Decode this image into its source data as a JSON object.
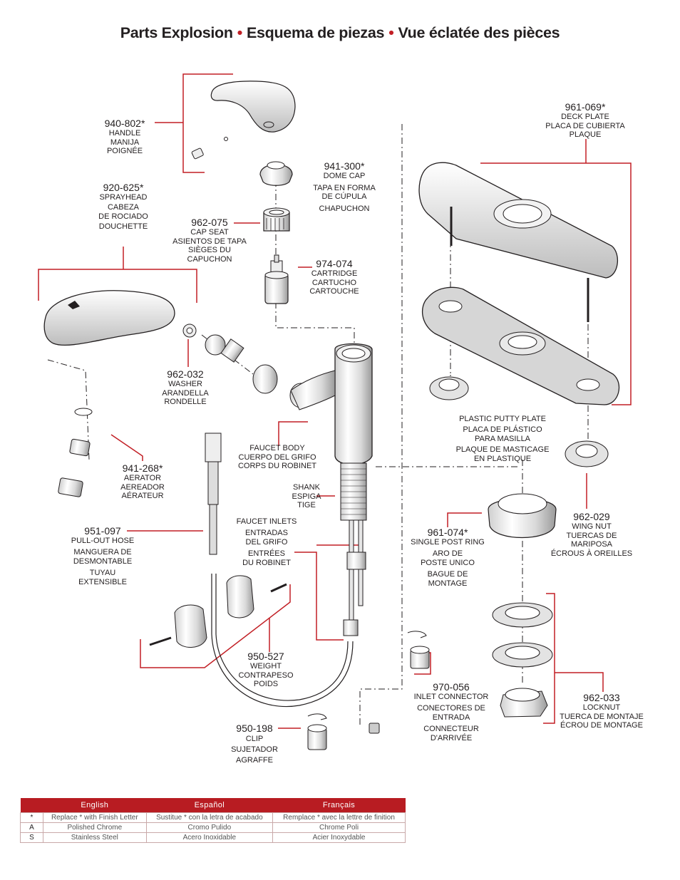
{
  "title": {
    "parts": [
      "Parts Explosion",
      "Esquema de piezas",
      "Vue éclatée des pièces"
    ],
    "separator": "•"
  },
  "colors": {
    "accent": "#c21f25",
    "line": "#231f20"
  },
  "parts": {
    "handle": {
      "number": "940-802*",
      "lines": [
        "HANDLE",
        "MANIJA",
        "POIGNÉE"
      ]
    },
    "sprayhead": {
      "number": "920-625*",
      "lines": [
        "SPRAYHEAD",
        "CABEZA",
        "DE ROCIADO",
        "DOUCHETTE"
      ]
    },
    "dome_cap": {
      "number": "941-300*",
      "lines": [
        "DOME CAP",
        "TAPA EN FORMA",
        "DE CÚPULA",
        "CHAPUCHON"
      ]
    },
    "cap_seat": {
      "number": "962-075",
      "lines": [
        "CAP SEAT",
        "ASIENTOS DE TAPA",
        "SIÈGES DU",
        "CAPUCHON"
      ]
    },
    "cartridge": {
      "number": "974-074",
      "lines": [
        "CARTRIDGE",
        "CARTUCHO",
        "CARTOUCHE"
      ]
    },
    "deck_plate": {
      "number": "961-069*",
      "lines": [
        "DECK PLATE",
        "PLACA DE CUBIERTA",
        "PLAQUE"
      ]
    },
    "washer": {
      "number": "962-032",
      "lines": [
        "WASHER",
        "ARANDELLA",
        "RONDELLE"
      ]
    },
    "aerator": {
      "number": "941-268*",
      "lines": [
        "AERATOR",
        "AEREADOR",
        "AÉRATEUR"
      ]
    },
    "faucet_body": {
      "lines": [
        "FAUCET BODY",
        "CUERPO DEL GRIFO",
        "CORPS DU ROBINET"
      ]
    },
    "shank": {
      "lines": [
        "SHANK",
        "ESPIGA",
        "TIGE"
      ]
    },
    "putty_plate": {
      "lines": [
        "PLASTIC PUTTY PLATE",
        "PLACA DE PLÁSTICO",
        "PARA MASILLA",
        "PLAQUE DE MASTICAGE",
        "EN PLASTIQUE"
      ]
    },
    "wing_nut": {
      "number": "962-029",
      "lines": [
        "WING NUT",
        "TUERCAS DE MARIPOSA",
        "ÉCROUS À OREILLES"
      ]
    },
    "pullout_hose": {
      "number": "951-097",
      "lines": [
        "PULL-OUT HOSE",
        "MANGUERA DE",
        "DESMONTABLE",
        "TUYAU",
        "EXTENSIBLE"
      ]
    },
    "faucet_inlets": {
      "lines": [
        "FAUCET INLETS",
        "ENTRADAS",
        "DEL GRIFO",
        "ENTRÉES",
        "DU ROBINET"
      ]
    },
    "single_post_ring": {
      "number": "961-074*",
      "lines": [
        "SINGLE POST RING",
        "ARO DE",
        "POSTE UNICO",
        "BAGUE DE",
        "MONTAGE"
      ]
    },
    "weight": {
      "number": "950-527",
      "lines": [
        "WEIGHT",
        "CONTRAPESO",
        "POIDS"
      ]
    },
    "inlet_connector": {
      "number": "970-056",
      "lines": [
        "INLET CONNECTOR",
        "CONECTORES DE",
        "ENTRADA",
        "CONNECTEUR",
        "D'ARRIVÉE"
      ]
    },
    "locknut": {
      "number": "962-033",
      "lines": [
        "LOCKNUT",
        "TUERCA DE MONTAJE",
        "ÉCROU DE MONTAGE"
      ]
    },
    "clip": {
      "number": "950-198",
      "lines": [
        "CLIP",
        "SUJETADOR",
        "AGRAFFE"
      ]
    }
  },
  "legend": {
    "headers": [
      "",
      "English",
      "Español",
      "Français"
    ],
    "rows": [
      [
        "*",
        "Replace * with Finish Letter",
        "Sustitue * con la letra de acabado",
        "Remplace * avec la lettre de finition"
      ],
      [
        "A",
        "Polished Chrome",
        "Cromo Pulido",
        "Chrome Poli"
      ],
      [
        "S",
        "Stainless Steel",
        "Acero Inoxidable",
        "Acier Inoxydable"
      ]
    ]
  }
}
